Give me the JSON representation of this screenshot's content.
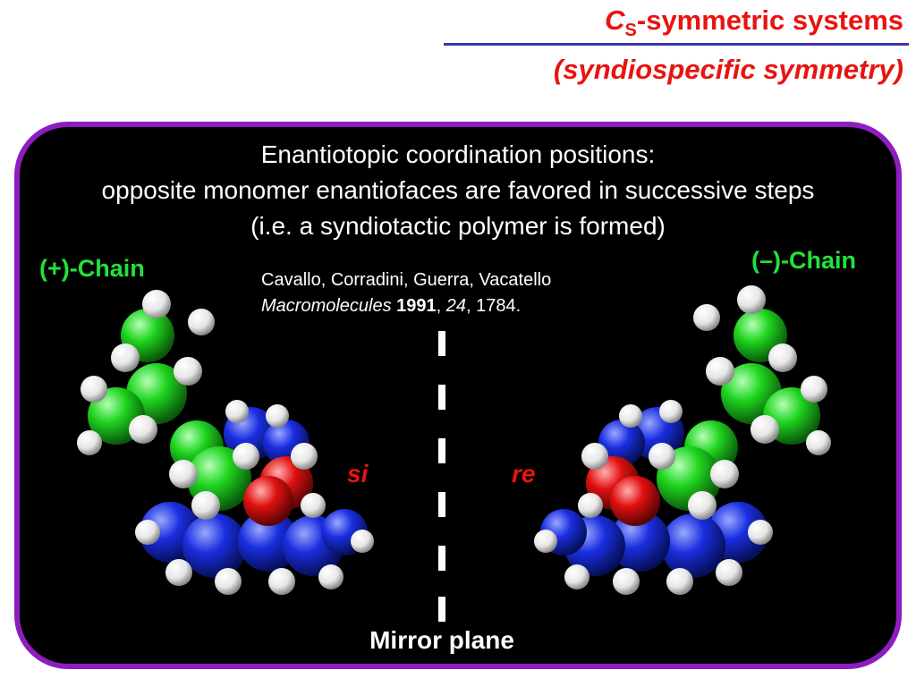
{
  "title": {
    "cs_main": "C",
    "cs_sub": "S",
    "line1_rest": "-symmetric systems",
    "line2": "(syndiospecific symmetry)"
  },
  "heading": {
    "line1": "Enantiotopic coordination positions:",
    "line2": "opposite monomer enantiofaces are favored in successive steps",
    "line3": "(i.e. a syndiotactic polymer is formed)"
  },
  "labels": {
    "plus_chain": "(+)-Chain",
    "minus_chain": "(–)-Chain",
    "si": "si",
    "re": "re",
    "mirror_plane": "Mirror plane"
  },
  "citation": {
    "authors": "Cavallo, Corradini, Guerra, Vacatello",
    "journal": "Macromolecules",
    "year": "1991",
    "comma1": ",",
    "volume": "24",
    "pages": ", 1784."
  },
  "colors": {
    "title_red": "#e8140f",
    "rule_blue": "#3a37a8",
    "panel_border": "#8e1dbf",
    "chain_green": "#22e23a",
    "atom_carbon_green": "#1fd41f",
    "atom_nitrogen_blue": "#1a2ee0",
    "atom_oxygen_red": "#e01010",
    "atom_hydrogen": "#f2f2f2"
  }
}
